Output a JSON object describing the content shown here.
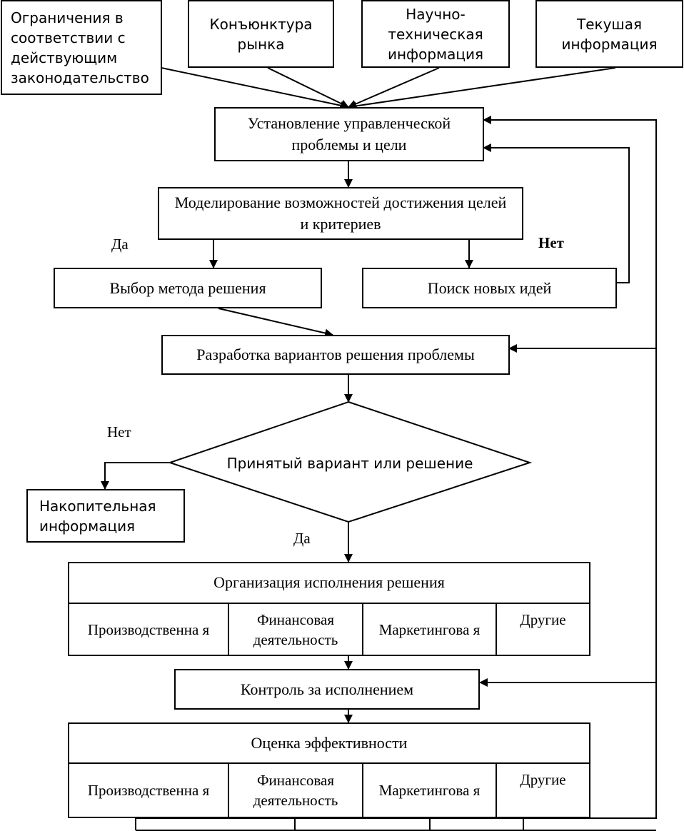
{
  "sources": [
    {
      "id": "s1",
      "label": "Ограничения в соответствии с действующим законодательство"
    },
    {
      "id": "s2",
      "label": "Конъюнктура рынка"
    },
    {
      "id": "s3",
      "label": "Научно-техническая информация"
    },
    {
      "id": "s4",
      "label": "Текушая информация"
    }
  ],
  "steps": {
    "problem": "Установление управленческой проблемы и цели",
    "modeling": "Моделирование возможностей достижения целей и критериев",
    "method": "Выбор метода решения",
    "ideas": "Поиск новых идей",
    "variants": "Разработка вариантов решения проблемы",
    "decision": "Принятый вариант или решение",
    "accumulated": "Накопительная информация",
    "control": "Контроль за исполнением"
  },
  "labels": {
    "yes_left": "Да",
    "no_right": "Нет",
    "no_left": "Нет",
    "yes_bottom": "Да"
  },
  "organization": {
    "title": "Организация исполнения решения",
    "cells": [
      "Производственна я",
      "Финансовая деятельность",
      "Маркетингова я",
      "Другие"
    ]
  },
  "evaluation": {
    "title": "Оценка эффективности",
    "cells": [
      "Производственна я",
      "Финансовая деятельность",
      "Маркетингова я",
      "Другие"
    ]
  }
}
